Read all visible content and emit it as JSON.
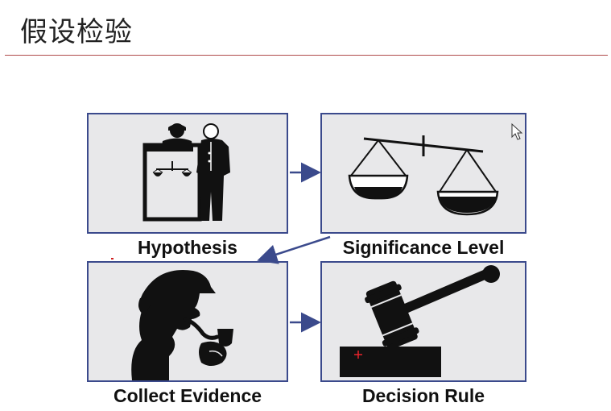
{
  "title": "假设检验",
  "steps": [
    {
      "label": "Hypothesis",
      "icon": "judge-witness-icon"
    },
    {
      "label": "Significance Level",
      "icon": "balance-scale-icon"
    },
    {
      "label": "Collect Evidence",
      "icon": "detective-icon"
    },
    {
      "label": "Decision Rule",
      "icon": "gavel-icon"
    }
  ],
  "colors": {
    "panel_border": "#3b4a8c",
    "panel_fill": "#e8e8ea",
    "arrow": "#3b4a8c",
    "rule": "#b04a4a"
  }
}
